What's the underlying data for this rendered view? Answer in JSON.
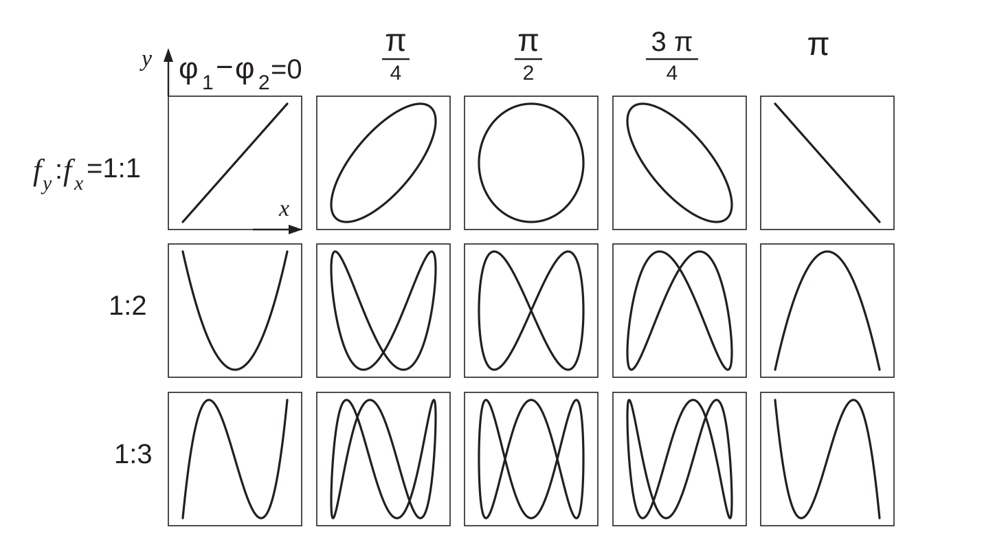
{
  "header": {
    "y_axis_label": "y",
    "x_axis_label": "x",
    "phase_prefix": "φ",
    "phase_index_1": "1",
    "phase_minus": "−",
    "phase_index_2": "2",
    "phase_equals_zero": "=0"
  },
  "columns": [
    {
      "phase": "0",
      "numerator": "",
      "denominator": ""
    },
    {
      "phase": "π/4",
      "numerator": "π",
      "denominator": "4"
    },
    {
      "phase": "π/2",
      "numerator": "π",
      "denominator": "2"
    },
    {
      "phase": "3π/4",
      "numerator": "3 π",
      "denominator": "4"
    },
    {
      "phase": "π",
      "numerator": "π",
      "denominator": ""
    }
  ],
  "rows": [
    {
      "fy": 1,
      "fx": 1,
      "label": "1:1",
      "label_prefix_f": "f",
      "label_sub_y": "y",
      "label_colon": ":",
      "label_sub_x": "x",
      "label_ratio": "=1:1"
    },
    {
      "fy": 1,
      "fx": 2,
      "label": "1:2"
    },
    {
      "fy": 1,
      "fx": 3,
      "label": "1:3"
    }
  ],
  "figure": {
    "type": "lissajous-grid",
    "curve_color": "#231f20",
    "background": "#ffffff"
  }
}
